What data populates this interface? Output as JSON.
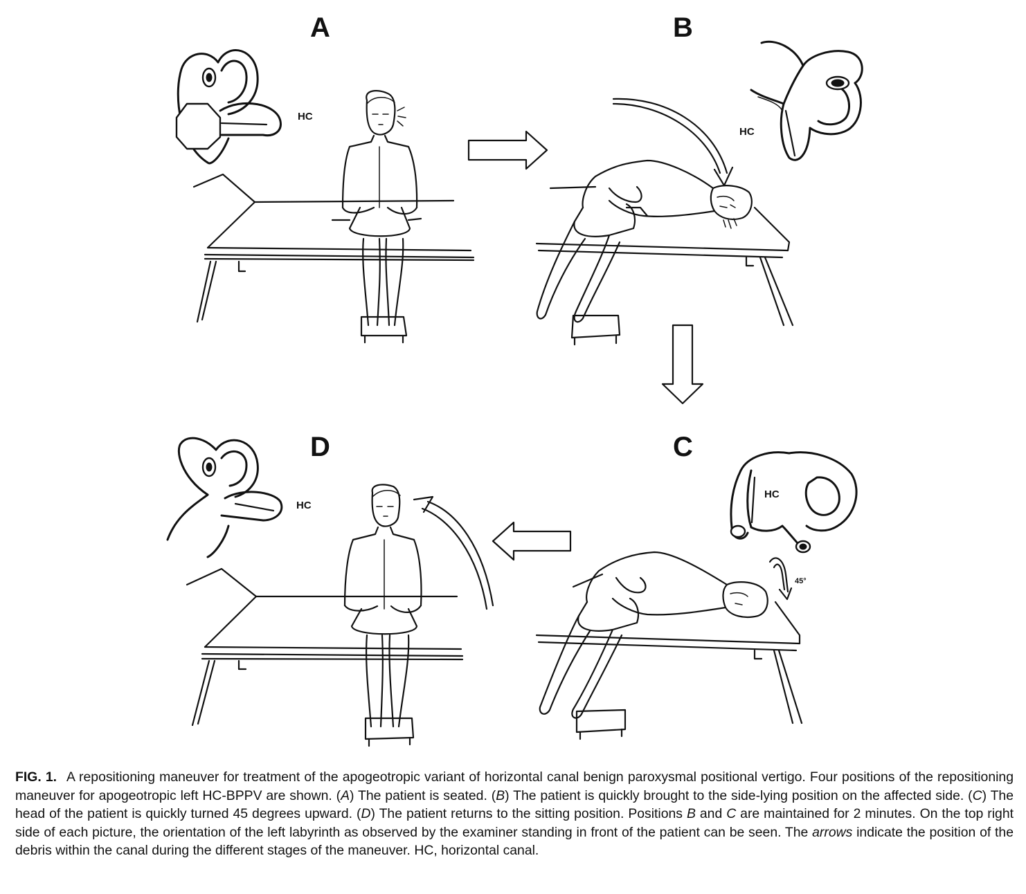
{
  "figure": {
    "panels": [
      {
        "id": "A",
        "letter": "A",
        "canal_label": "HC"
      },
      {
        "id": "B",
        "letter": "B",
        "canal_label": "HC"
      },
      {
        "id": "C",
        "letter": "C",
        "canal_label": "HC",
        "angle_label": "45°"
      },
      {
        "id": "D",
        "letter": "D",
        "canal_label": "HC"
      }
    ]
  },
  "caption": {
    "label": "FIG. 1.",
    "seg1": "A repositioning maneuver for treatment of the apogeotropic variant of horizontal canal benign paroxysmal positional vertigo. Four positions of the repositioning maneuver for apogeotropic left HC-BPPV are shown. (",
    "ref_a": "A",
    "seg2": ") The patient is seated. (",
    "ref_b": "B",
    "seg3": ") The patient is quickly brought to the side-lying position on the affected side. (",
    "ref_c": "C",
    "seg4": ") The head of the patient is quickly turned 45 degrees upward. (",
    "ref_d": "D",
    "seg5": ") The patient returns to the sitting position. Positions ",
    "ref_b2": "B",
    "seg6": " and ",
    "ref_c2": "C",
    "seg7": " are maintained for 2 minutes. On the top right side of each picture, the orientation of the left labyrinth as observed by the examiner standing in front of the patient can be seen. The ",
    "arrows_word": "arrows",
    "seg8": " indicate the position of the debris within the canal during the different stages of the maneuver. HC, horizontal canal."
  }
}
